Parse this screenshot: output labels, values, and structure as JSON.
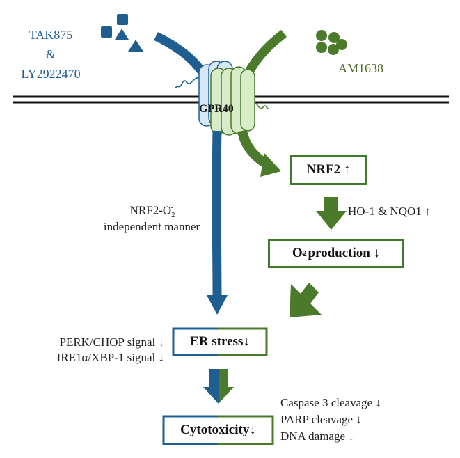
{
  "ligands": {
    "blue_line1": "TAK875",
    "blue_line2": "&",
    "blue_line3": "LY2922470",
    "green": "AM1638"
  },
  "receptor": {
    "label": "GPR40"
  },
  "nrf2_box": {
    "label": "NRF2",
    "arrow": "↑"
  },
  "ho1_label": "HO-1 & NQO1 ↑",
  "o2_box": {
    "prefix": "O",
    "sub": "2",
    "sup": "-",
    "rest": " production ↓"
  },
  "independent": {
    "line1_prefix": "NRF2-O",
    "line1_sub": "2",
    "line1_sup": "-",
    "line2": "independent manner"
  },
  "er_box": {
    "label": "ER stress↓"
  },
  "er_side": {
    "line1": "PERK/CHOP signal ↓",
    "line2": "IRE1α/XBP-1 signal ↓"
  },
  "cyto_box": {
    "label": "Cytotoxicity↓"
  },
  "cyto_side": {
    "line1": "Caspase 3 cleavage ↓",
    "line2": "PARP cleavage ↓",
    "line3": "DNA damage ↓"
  },
  "colors": {
    "blue": "#1f5e91",
    "green": "#4b7a2b",
    "box_border": "#3f7a2d",
    "blue_fill": "#d6e8f6",
    "green_fill": "#d8ecc8"
  }
}
